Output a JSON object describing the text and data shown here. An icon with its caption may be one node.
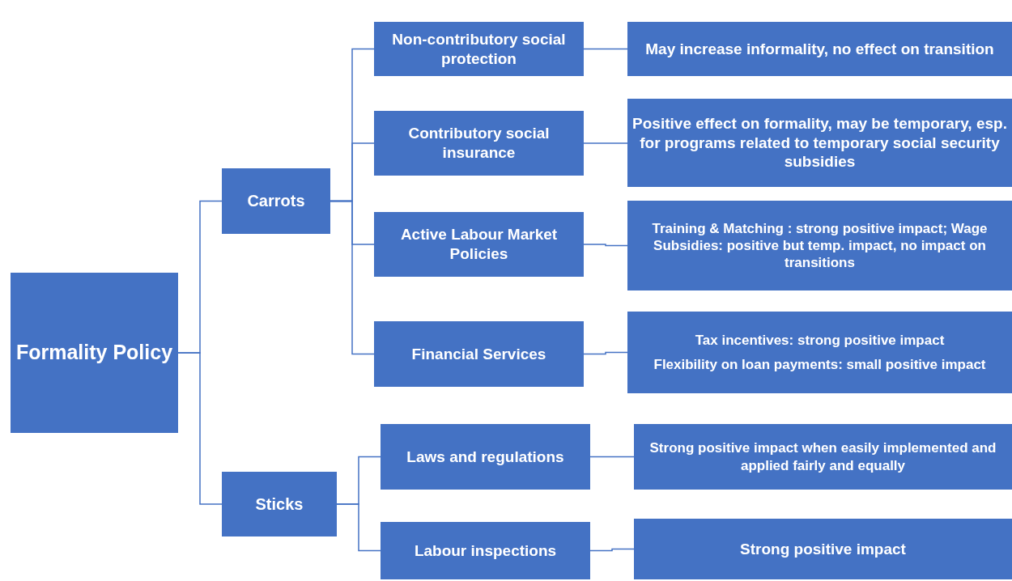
{
  "diagram": {
    "nodes": [
      {
        "text": [
          "Formality Policy"
        ]
      },
      {
        "text": [
          "Carrots"
        ]
      },
      {
        "text": [
          "Sticks"
        ]
      },
      {
        "text": [
          "Non-contributory social protection"
        ]
      },
      {
        "text": [
          "Contributory social insurance"
        ]
      },
      {
        "text": [
          "Active Labour Market Policies"
        ]
      },
      {
        "text": [
          "Financial Services"
        ]
      },
      {
        "text": [
          "Laws and regulations"
        ]
      },
      {
        "text": [
          "Labour inspections"
        ]
      },
      {
        "text": [
          "May increase informality, no effect on transition"
        ]
      },
      {
        "text": [
          "Positive effect on formality, may be temporary, esp. for programs related to temporary social security subsidies"
        ]
      },
      {
        "text": [
          "Training & Matching : strong positive impact; Wage Subsidies: positive but temp. impact, no impact on transitions"
        ]
      },
      {
        "text": [
          "Tax incentives: strong positive impact",
          "Flexibility on loan payments: small positive impact"
        ]
      },
      {
        "text": [
          "Strong positive impact when easily implemented and applied fairly and equally"
        ]
      },
      {
        "text": [
          "Strong positive impact"
        ]
      }
    ],
    "edges": [
      {
        "from": 0,
        "to": 1,
        "arrow": "none"
      },
      {
        "from": 0,
        "to": 2,
        "arrow": "none"
      },
      {
        "from": 1,
        "to": 3,
        "arrow": "none"
      },
      {
        "from": 1,
        "to": 4,
        "arrow": "none"
      },
      {
        "from": 1,
        "to": 5,
        "arrow": "none"
      },
      {
        "from": 1,
        "to": 6,
        "arrow": "none"
      },
      {
        "from": 2,
        "to": 7,
        "arrow": "none"
      },
      {
        "from": 2,
        "to": 8,
        "arrow": "none"
      },
      {
        "from": 3,
        "to": 9,
        "arrow": "none"
      },
      {
        "from": 4,
        "to": 10,
        "arrow": "none"
      },
      {
        "from": 5,
        "to": 11,
        "arrow": "none"
      },
      {
        "from": 6,
        "to": 12,
        "arrow": "none"
      },
      {
        "from": 7,
        "to": 13,
        "arrow": "none"
      },
      {
        "from": 8,
        "to": 14,
        "arrow": "none"
      }
    ]
  }
}
